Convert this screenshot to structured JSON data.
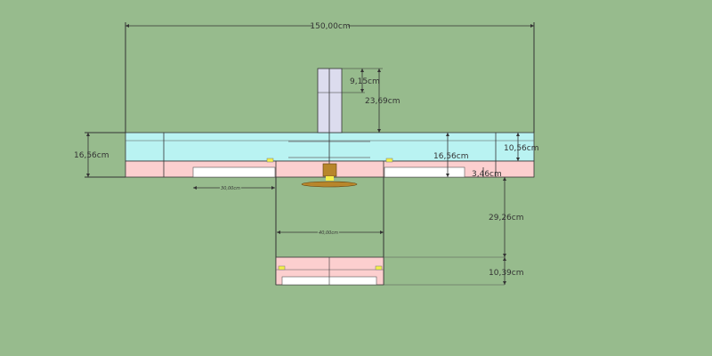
{
  "dimensions": {
    "total_width": "150,00cm",
    "column_top": "9,15cm",
    "column_height": "23,69cm",
    "left_height": "16,56cm",
    "right_height": "16,56cm",
    "cyan_height": "10,56cm",
    "offset": "3,46cm",
    "left_width": "30,00cm",
    "leg_span": "40,00cm",
    "drop": "29,26cm",
    "lower_box_height": "10,39cm"
  },
  "colors": {
    "background": "#97bb8d",
    "cyan": "#b9f3f2",
    "pink": "#fccfcf",
    "column": "#dcdcee",
    "gold": "#b8862b",
    "yellow": "#f4f04a"
  }
}
